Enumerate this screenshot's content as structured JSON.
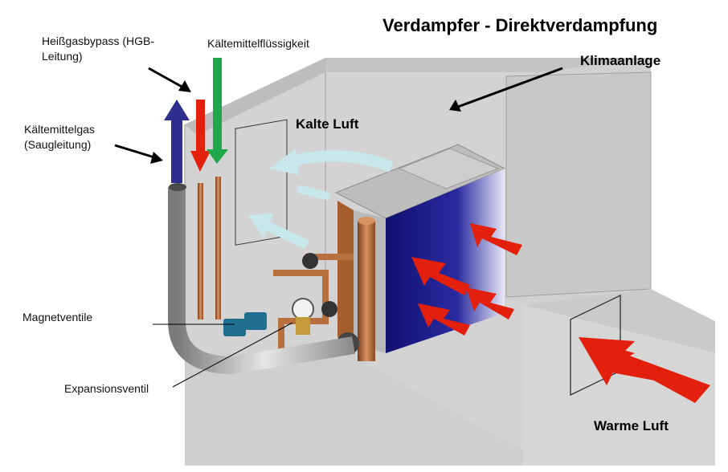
{
  "title": "Verdampfer - Direktverdampfung",
  "labels": {
    "klimaanlage": "Klimaanlage",
    "kalte_luft": "Kalte Luft",
    "warme_luft": "Warme Luft",
    "heissgasbypass_line1": "Heißgasbypass (HGB-",
    "heissgasbypass_line2": "Leitung)",
    "kaeltemittelfluessigkeit": "Kältemittelflüssigkeit",
    "kaeltemittelgas_line1": "Kältemittelgas",
    "kaeltemittelgas_line2": "(Saugleitung)",
    "magnetventile": "Magnetventile",
    "expansionsventil": "Expansionsventil"
  },
  "colors": {
    "hot_air_arrow": "#e2200c",
    "cold_air_arrow": "#c7e7ec",
    "gas_arrow": "#2f2f8e",
    "hgb_arrow": "#e2200c",
    "liquid_arrow": "#1ea64a",
    "coil_face": "#1a1a80",
    "housing": "#c9c9c9",
    "copper": "#b8703f"
  }
}
